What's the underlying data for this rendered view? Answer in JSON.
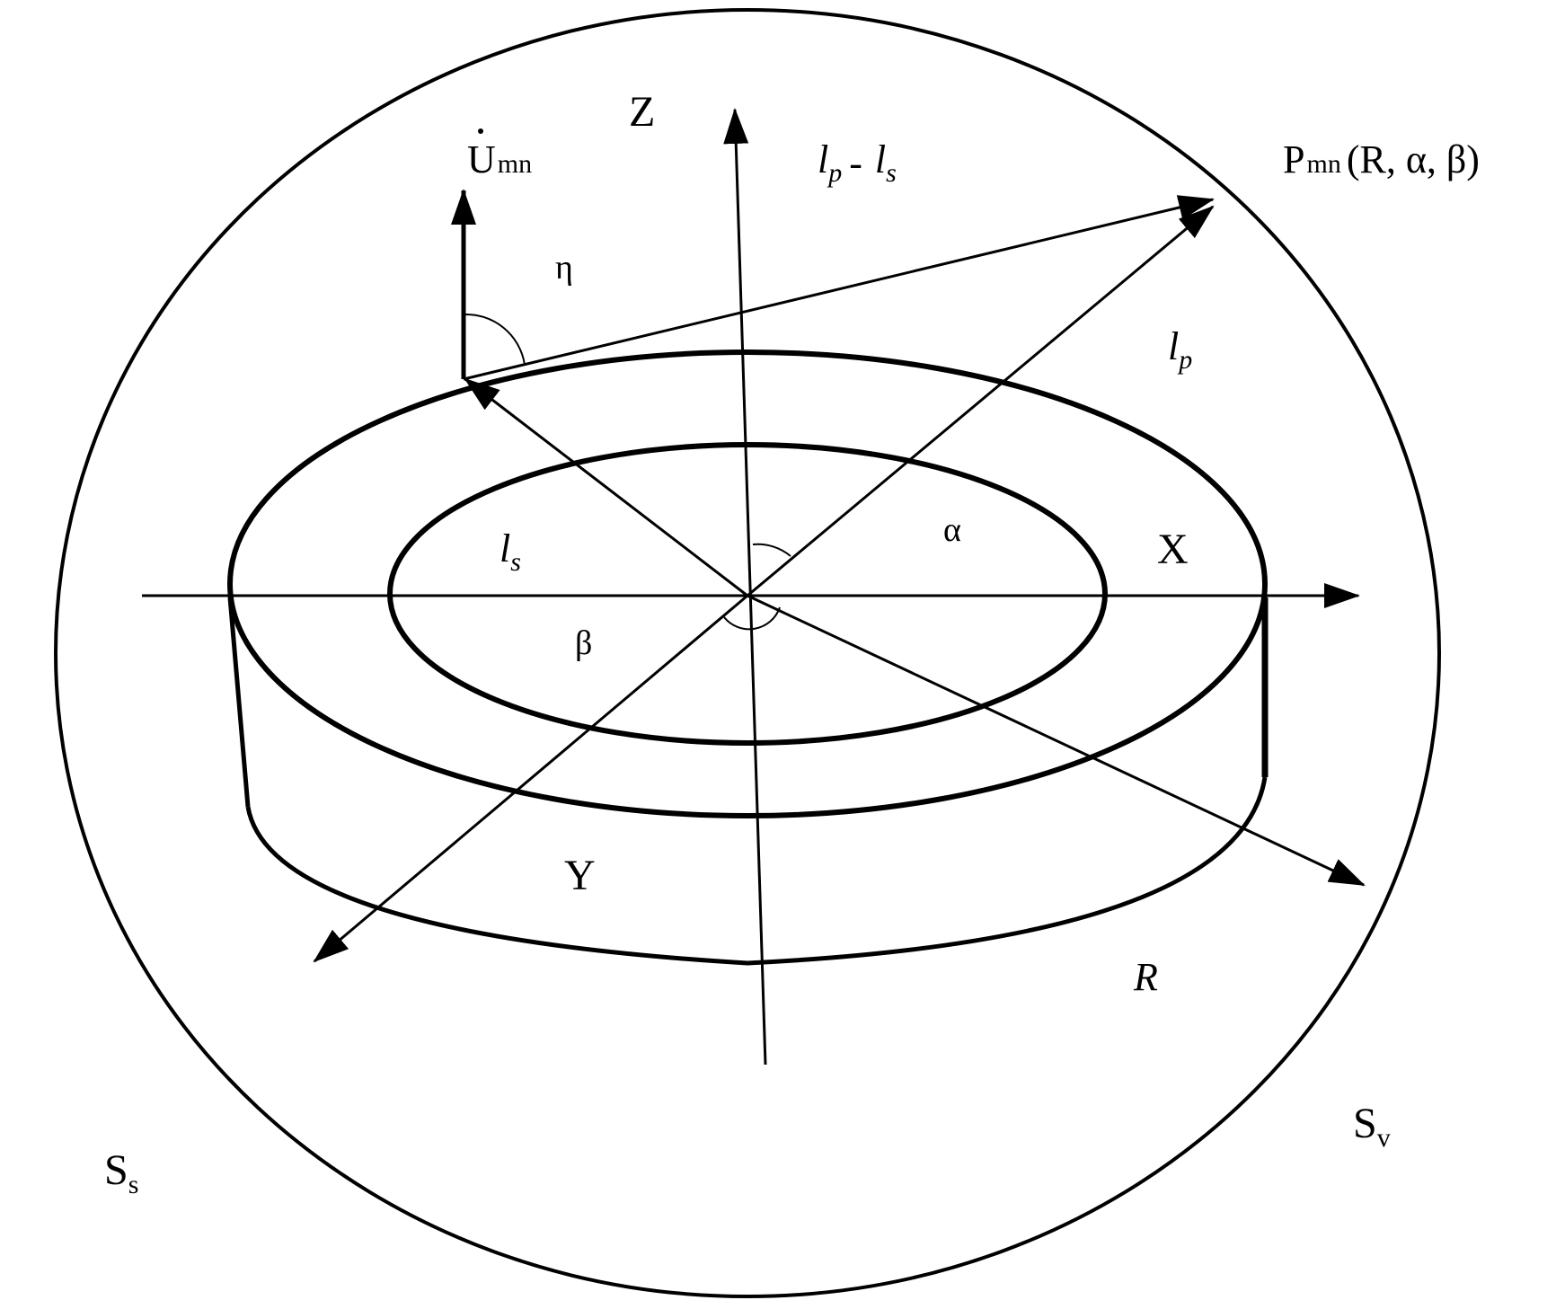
{
  "labels": {
    "z_axis": "Z",
    "x_axis": "X",
    "y_axis": "Y",
    "u_vector": "U",
    "u_vector_sub": "mn",
    "point": "P",
    "point_sub": "mn",
    "point_args": "(R, α, β)",
    "eta": "η",
    "alpha": "α",
    "beta": "β",
    "lp": "l",
    "lp_sub": "p",
    "ls": "l",
    "ls_sub": "s",
    "lp_minus_ls_a": "l",
    "lp_minus_ls_a_sub": "p",
    "lp_minus_ls_dash": "-",
    "lp_minus_ls_b": "l",
    "lp_minus_ls_b_sub": "s",
    "radius": "R",
    "sv": "S",
    "sv_sub": "v",
    "ss": "S",
    "ss_sub": "s"
  }
}
